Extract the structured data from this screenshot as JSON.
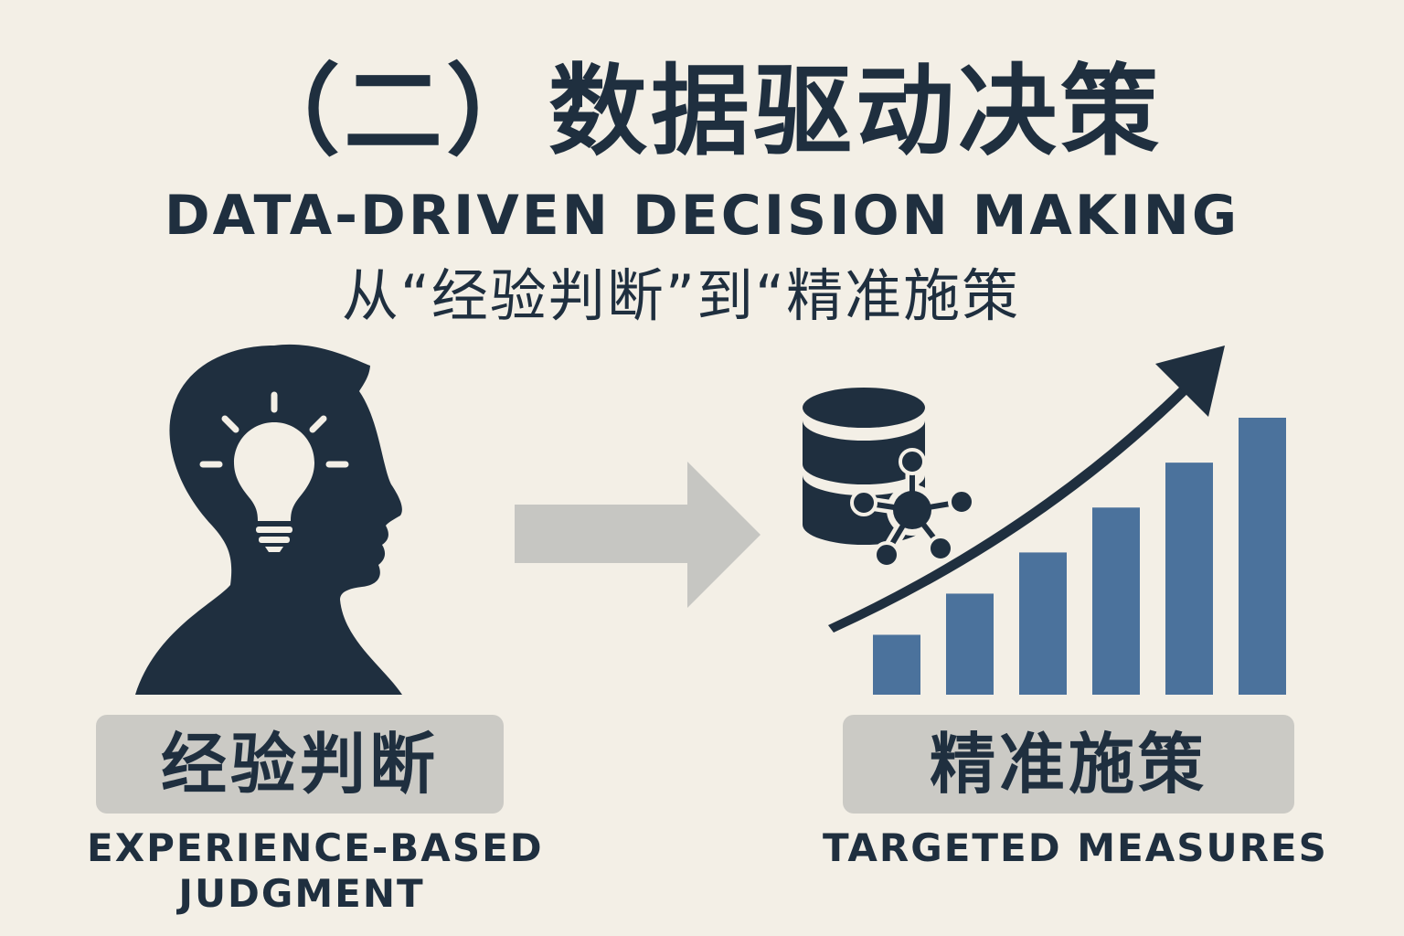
{
  "header": {
    "title_zh": "（二）数据驱动决策",
    "title_en": "DATA-DRIVEN DECISION MAKING",
    "subtitle": "从“经验判断”到“精准施策"
  },
  "left_panel": {
    "label": "经验判断",
    "caption_line1": "EXPERIENCE-BASED",
    "caption_line2": "JUDGMENT",
    "icons": [
      "person-head-icon",
      "lightbulb-icon"
    ]
  },
  "right_panel": {
    "label": "精准施策",
    "caption": "TARGETED MEASURES",
    "icons": [
      "database-icon",
      "network-node-icon",
      "trend-arrow-icon",
      "bar-chart-icon"
    ]
  },
  "chart_data": {
    "type": "bar",
    "categories": [
      "",
      "",
      "",
      "",
      "",
      ""
    ],
    "values": [
      1.6,
      2.7,
      3.8,
      5.0,
      6.2,
      7.4
    ],
    "ylim": [
      0,
      7.4
    ],
    "title": "",
    "xlabel": "",
    "ylabel": "",
    "grid": false,
    "legend": "none"
  },
  "colors": {
    "background": "#f3efe6",
    "ink": "#1f2f3f",
    "bar": "#4b729c",
    "label_box": "#cbcac5",
    "arrow_gray": "#c6c6c2"
  }
}
